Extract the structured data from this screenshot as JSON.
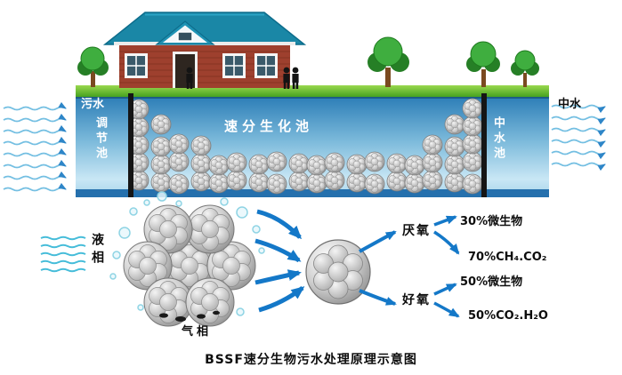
{
  "tank": {
    "influent": "污水",
    "regulating": "调节池",
    "bio": "速分生化池",
    "reclaimed": "中水池",
    "effluent": "中水"
  },
  "mechanism": {
    "liquid_phase": "液相",
    "gas_phase": "气相",
    "anaerobic": "厌氧",
    "aerobic": "好氧",
    "outputs": {
      "anaerobic_biomass": "30%微生物",
      "anaerobic_gas": "70%CH₄.CO₂",
      "aerobic_biomass": "50%微生物",
      "aerobic_gas": "50%CO₂.H₂O"
    }
  },
  "caption": "BSSF速分生物污水处理原理示意图",
  "colors": {
    "water_top": "#2e7fb8",
    "water_light": "#c9e7f5",
    "floor_blue": "#2570ad",
    "grass_green": "#3f9e1c",
    "roof_teal": "#1a87a6",
    "wall_brick": "#9e402e",
    "arrow_blue": "#1478c8",
    "wave_cyan": "#74bfe2",
    "media_gray": "#c9c9c9"
  }
}
